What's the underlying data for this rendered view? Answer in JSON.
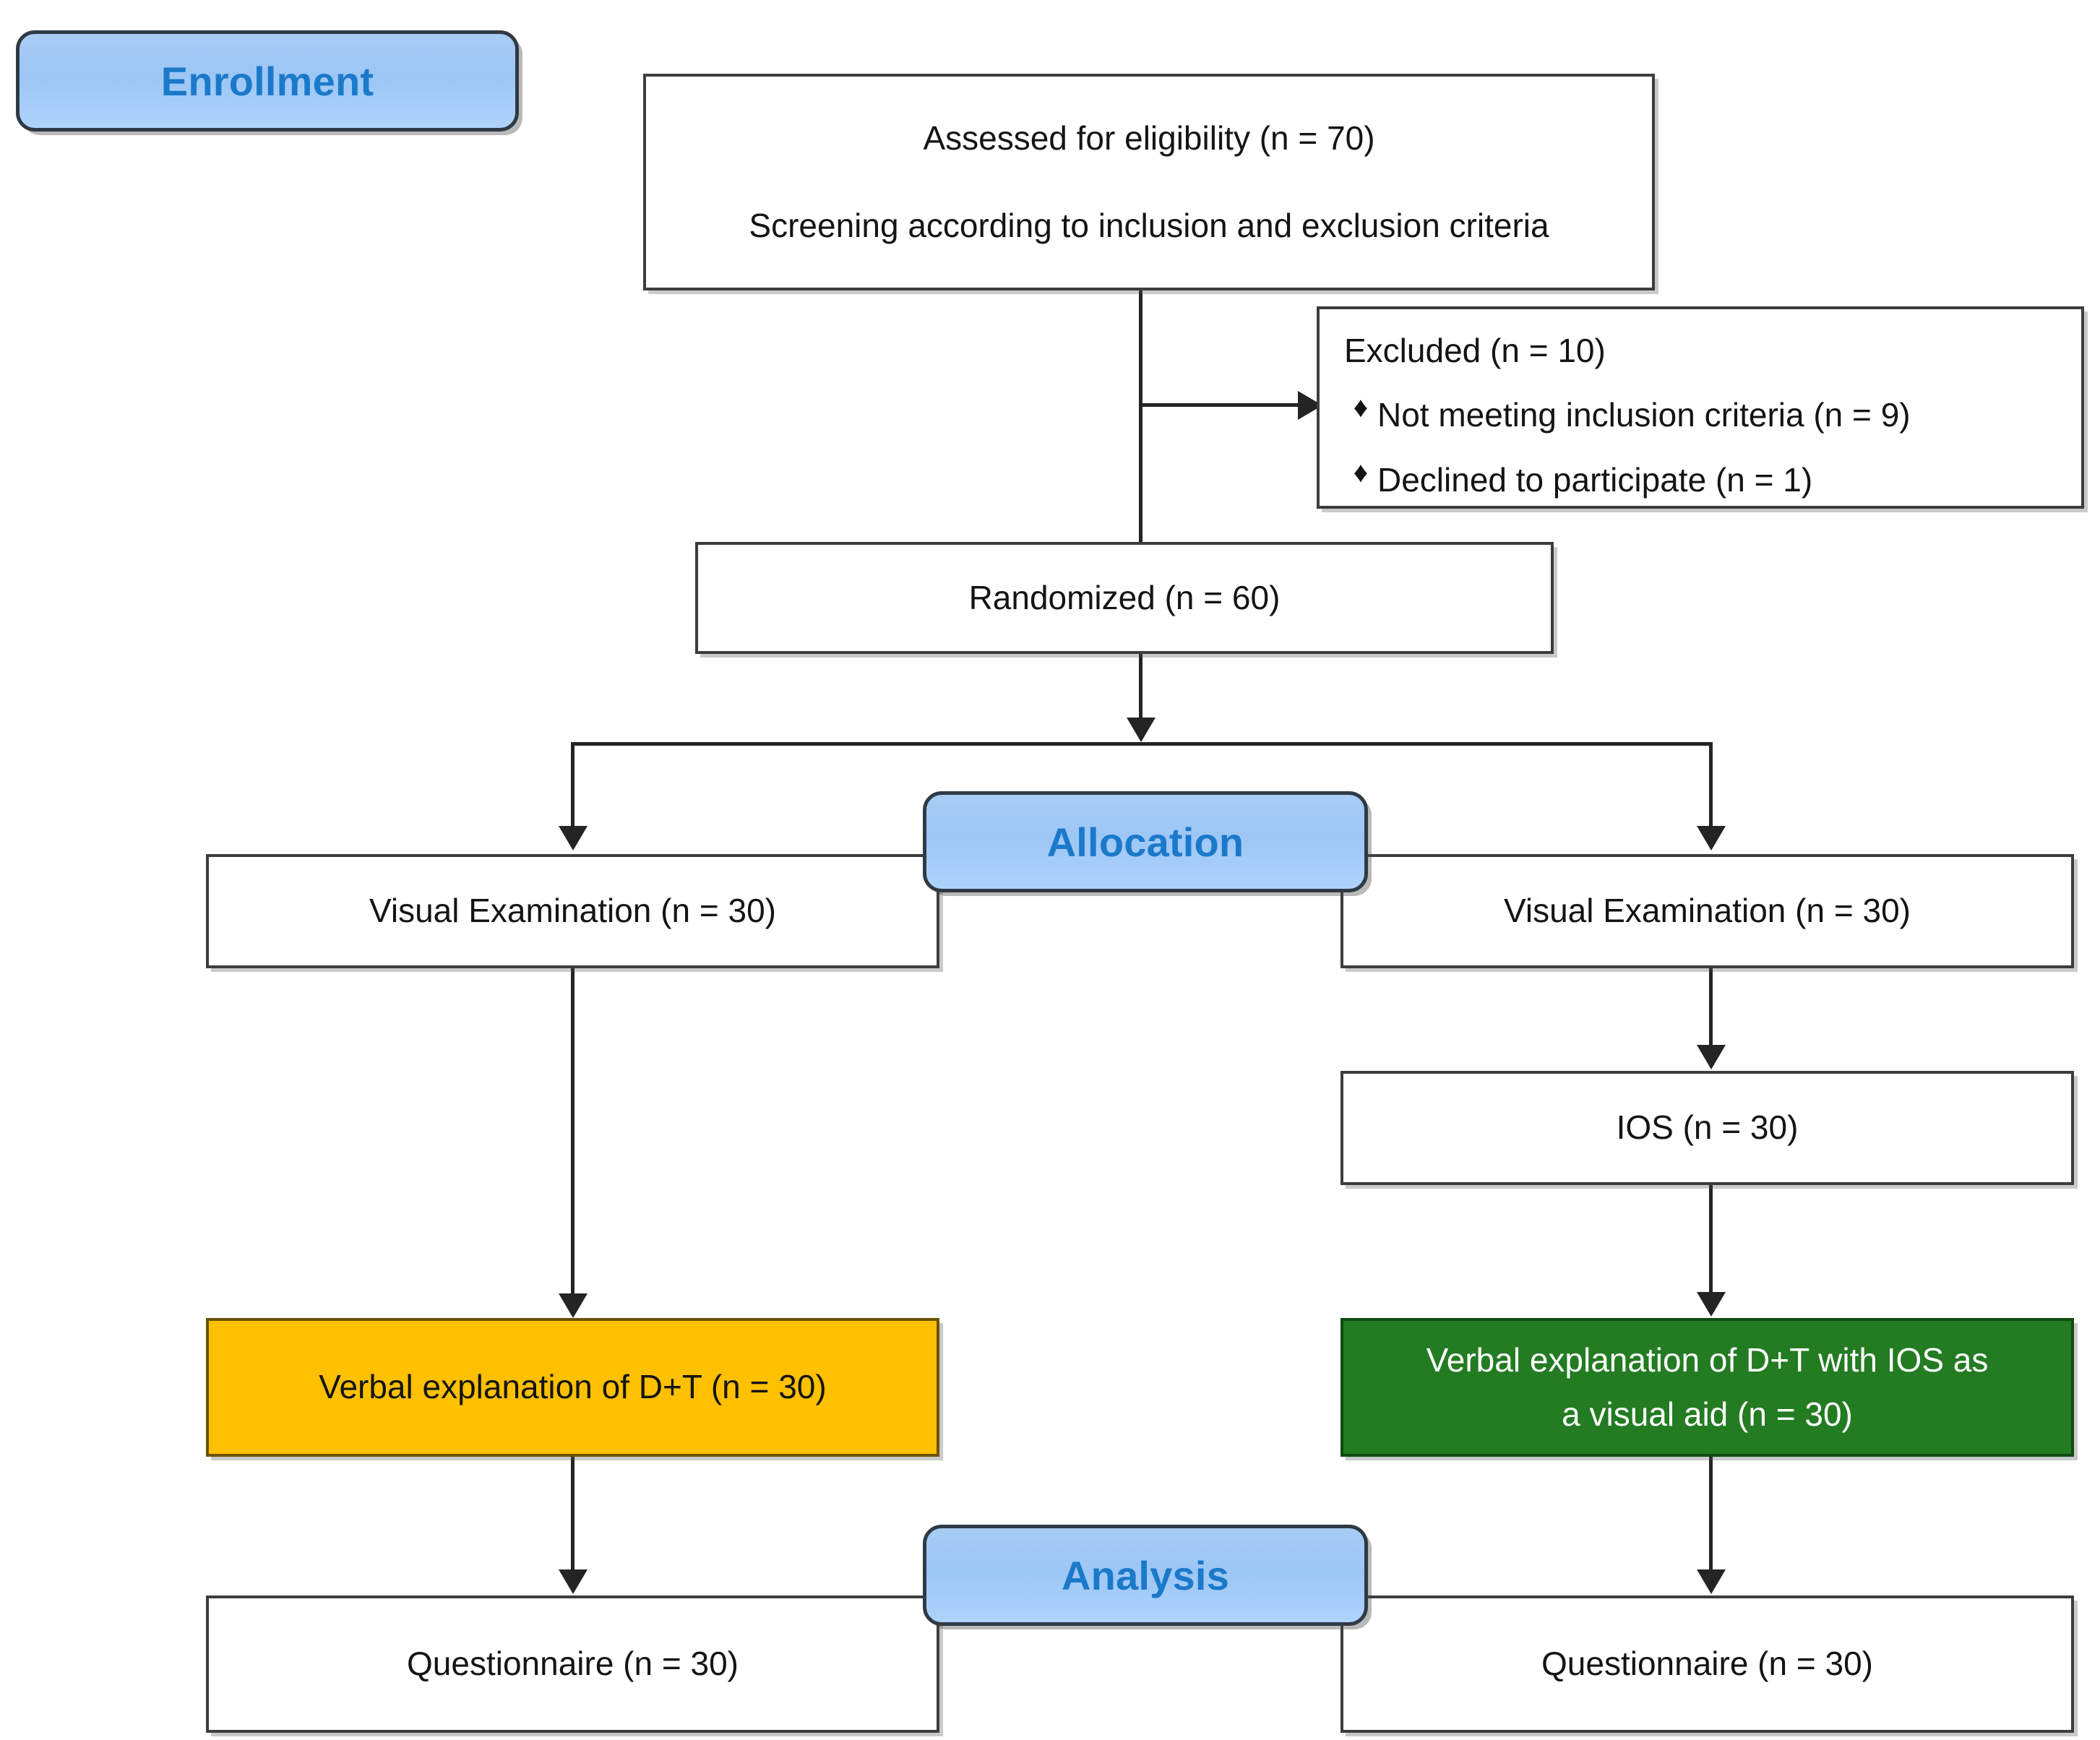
{
  "diagram": {
    "title": "CONSORT participant flow diagram",
    "stages": [
      {
        "id": "enrollment",
        "label": "Enrollment"
      },
      {
        "id": "allocation",
        "label": "Allocation"
      },
      {
        "id": "analysis",
        "label": "Analysis"
      }
    ],
    "nodes": {
      "assessed": {
        "line1": "Assessed for eligibility (n = 70)",
        "line2": "Screening according to inclusion and exclusion criteria"
      },
      "excluded": {
        "heading": "Excluded (n = 10)",
        "bullet_glyph": "♦",
        "items": [
          "Not meeting inclusion criteria (n = 9)",
          "Declined to participate (n = 1)"
        ]
      },
      "randomized": {
        "label": "Randomized (n = 60)"
      },
      "visual_exam_left": {
        "label": "Visual Examination (n = 30)"
      },
      "visual_exam_right": {
        "label": "Visual Examination (n = 30)"
      },
      "ios": {
        "label": "IOS (n = 30)"
      },
      "verbal_left": {
        "label": "Verbal explanation of D+T (n = 30)"
      },
      "verbal_right": {
        "line1": "Verbal explanation of D+T with IOS as",
        "line2": "a visual aid (n = 30)"
      },
      "questionnaire_left": {
        "label": "Questionnaire (n = 30)"
      },
      "questionnaire_right": {
        "label": "Questionnaire (n = 30)"
      }
    },
    "colors": {
      "stage_badge_fill": "#A8CCF4",
      "stage_badge_text": "#1B79C9",
      "box_border": "#3D3D3D",
      "verbal_left_fill": "#FFC000",
      "verbal_right_fill": "#237B22",
      "verbal_right_text": "#FFFFFF",
      "connector": "#242424",
      "background": "#FFFFFF"
    }
  }
}
